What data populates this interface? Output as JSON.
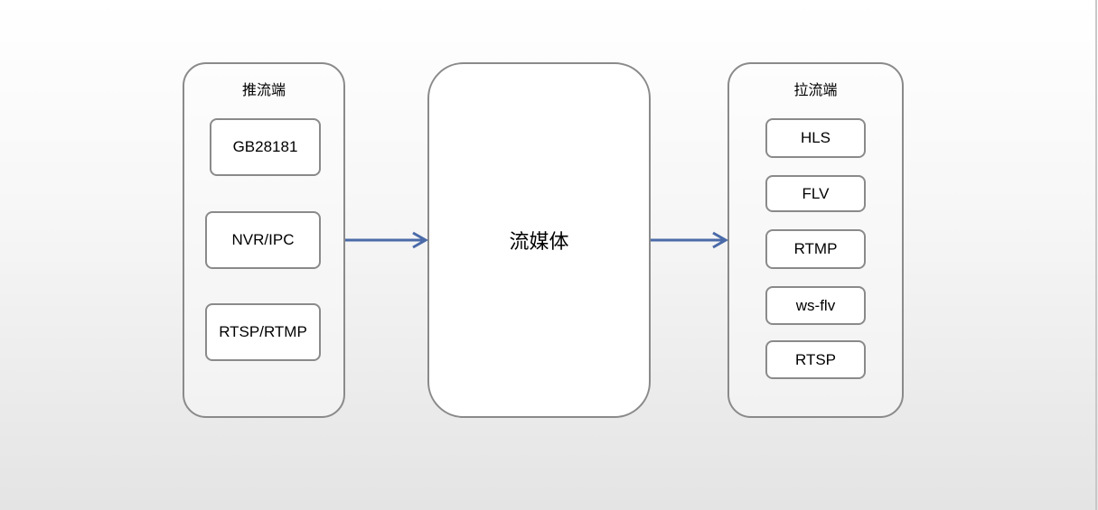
{
  "push_group": {
    "title": "推流端",
    "items": [
      "GB28181",
      "NVR/IPC",
      "RTSP/RTMP"
    ]
  },
  "media_server": {
    "label": "流媒体"
  },
  "pull_group": {
    "title": "拉流端",
    "items": [
      "HLS",
      "FLV",
      "RTMP",
      "ws-flv",
      "RTSP"
    ]
  },
  "colors": {
    "arrow": "#4a6aa8",
    "border": "#8a8a8a"
  }
}
